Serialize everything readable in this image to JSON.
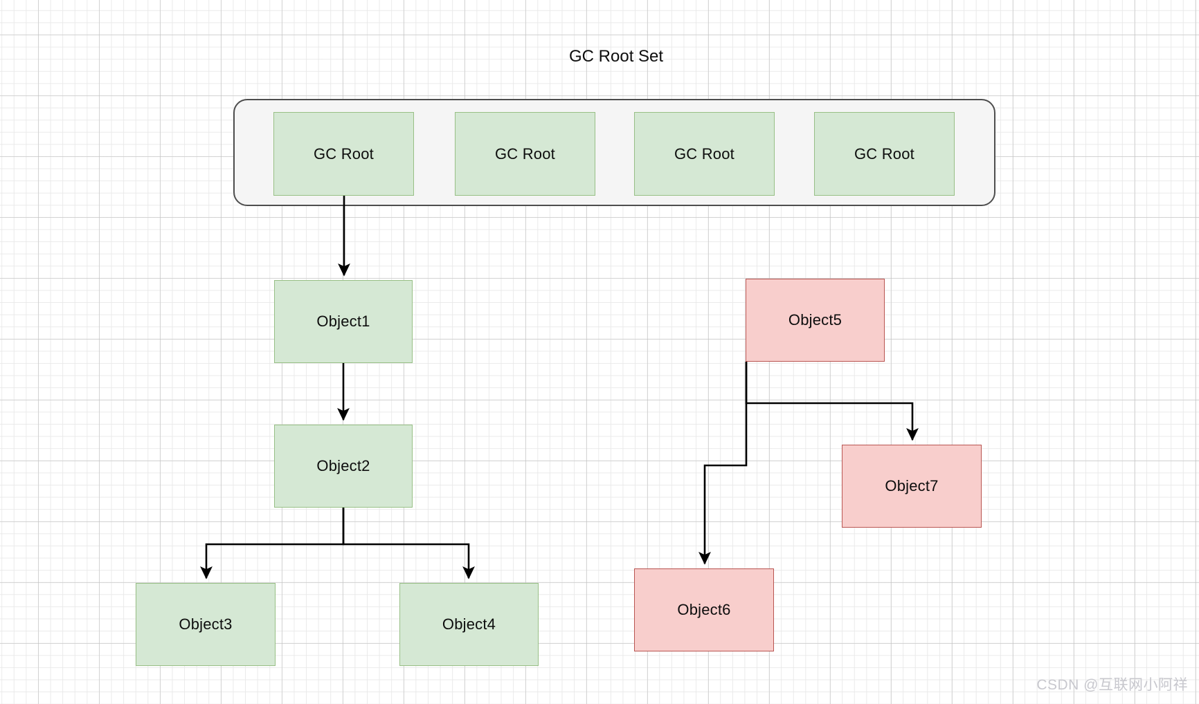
{
  "diagram": {
    "title": "GC Root Set",
    "watermark": "CSDN @互联网小阿祥",
    "colors": {
      "reachable_fill": "#d5e8d4",
      "reachable_stroke": "#97bf85",
      "unreachable_fill": "#f8cecc",
      "unreachable_stroke": "#b85450",
      "container_fill": "#f5f5f5",
      "container_stroke": "#4d4d4d",
      "edge_stroke": "#000000",
      "grid_minor": "#e8e8e8",
      "grid_major": "#bebebe"
    },
    "root_set": {
      "label": "GC Root Set",
      "roots": [
        {
          "label": "GC Root"
        },
        {
          "label": "GC Root"
        },
        {
          "label": "GC Root"
        },
        {
          "label": "GC Root"
        }
      ]
    },
    "nodes": [
      {
        "id": "object1",
        "label": "Object1",
        "state": "reachable"
      },
      {
        "id": "object2",
        "label": "Object2",
        "state": "reachable"
      },
      {
        "id": "object3",
        "label": "Object3",
        "state": "reachable"
      },
      {
        "id": "object4",
        "label": "Object4",
        "state": "reachable"
      },
      {
        "id": "object5",
        "label": "Object5",
        "state": "unreachable"
      },
      {
        "id": "object6",
        "label": "Object6",
        "state": "unreachable"
      },
      {
        "id": "object7",
        "label": "Object7",
        "state": "unreachable"
      }
    ],
    "edges": [
      {
        "from": "gc-root-1",
        "to": "object1"
      },
      {
        "from": "object1",
        "to": "object2"
      },
      {
        "from": "object2",
        "to": "object3"
      },
      {
        "from": "object2",
        "to": "object4"
      },
      {
        "from": "object5",
        "to": "object6"
      },
      {
        "from": "object5",
        "to": "object7"
      }
    ]
  }
}
